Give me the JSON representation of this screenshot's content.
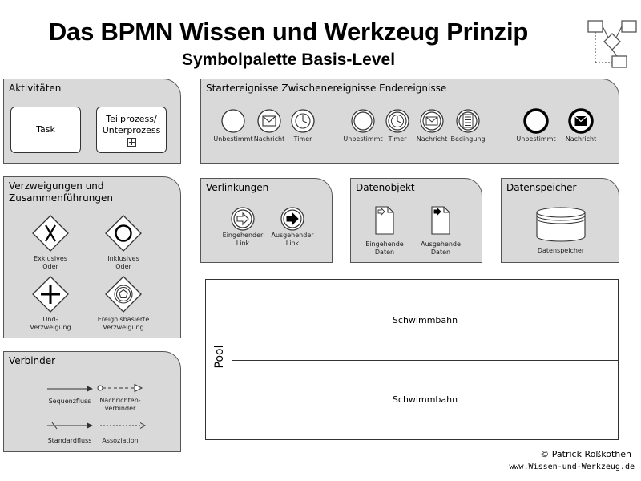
{
  "header": {
    "title": "Das BPMN Wissen und Werkzeug Prinzip",
    "subtitle": "Symbolpalette Basis-Level"
  },
  "activities": {
    "title": "Aktivitäten",
    "task": "Task",
    "subprocess_line1": "Teilprozess/",
    "subprocess_line2": "Unterprozess"
  },
  "events": {
    "title": "Startereignisse Zwischenereignisse Endereignisse",
    "start": [
      "Unbestimmt",
      "Nachricht",
      "Timer"
    ],
    "intermediate": [
      "Unbestimmt",
      "Timer",
      "Nachricht",
      "Bedingung"
    ],
    "end": [
      "Unbestimmt",
      "Nachricht"
    ]
  },
  "gateways": {
    "title": "Verzweigungen und Zusammenführungen",
    "exclusive": [
      "Exklusives",
      "Oder"
    ],
    "inclusive": [
      "Inklusives",
      "Oder"
    ],
    "parallel": [
      "Und-",
      "Verzweigung"
    ],
    "event_based": [
      "Ereignisbasierte",
      "Verzweigung"
    ]
  },
  "connectors": {
    "title": "Verbinder",
    "sequence": "Sequenzfluss",
    "message": [
      "Nachrichten-",
      "verbinder"
    ],
    "default": "Standardfluss",
    "association": "Assoziation"
  },
  "links": {
    "title": "Verlinkungen",
    "incoming": [
      "Eingehender",
      "Link"
    ],
    "outgoing": [
      "Ausgehender",
      "Link"
    ]
  },
  "data_objects": {
    "title": "Datenobjekt",
    "incoming": [
      "Eingehende",
      "Daten"
    ],
    "outgoing": [
      "Ausgehende",
      "Daten"
    ]
  },
  "data_store": {
    "title": "Datenspeicher",
    "label": "Datenspeicher"
  },
  "pool": {
    "label": "Pool",
    "lane1": "Schwimmbahn",
    "lane2": "Schwimmbahn"
  },
  "footer": {
    "copyright": "©  Patrick Roßkothen",
    "url": "www.Wissen-und-Werkzeug.de"
  },
  "colors": {
    "panel_bg": "#d9d9d9",
    "panel_border": "#555555",
    "symbol_stroke": "#333333"
  }
}
